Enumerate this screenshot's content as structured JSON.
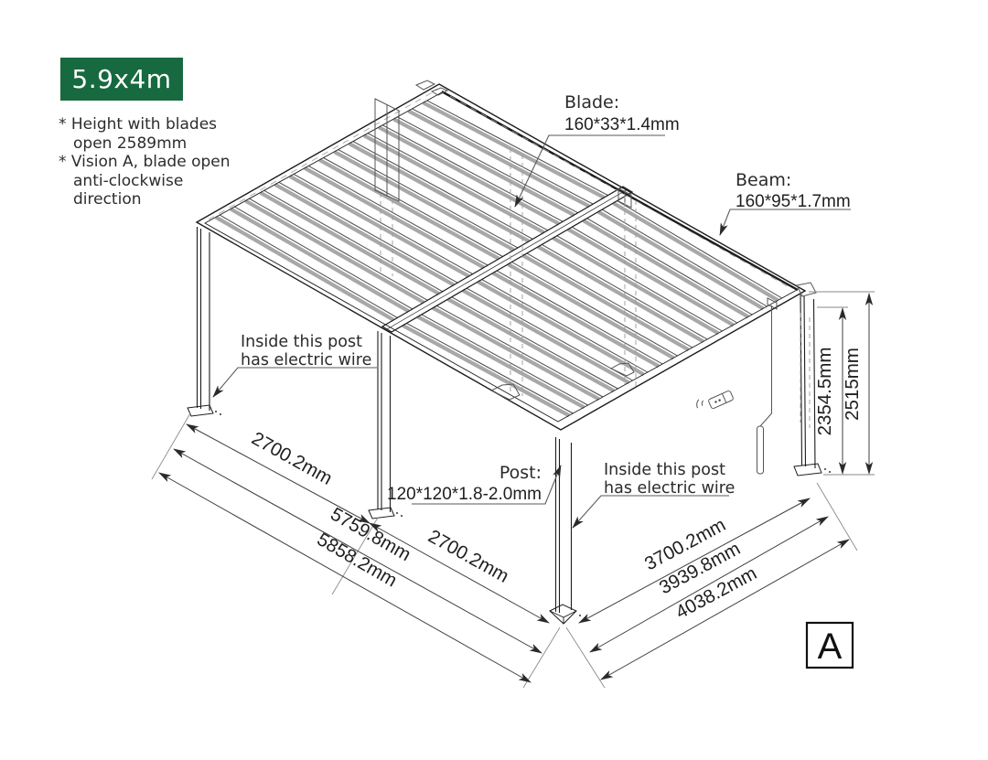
{
  "badge": {
    "label": "5.9x4m"
  },
  "notes": {
    "lines": [
      "* Height with blades",
      "open 2589mm",
      "* Vision A, blade open",
      "anti-clockwise",
      "direction"
    ]
  },
  "callouts": {
    "blade": {
      "title": "Blade:",
      "spec": "160*33*1.4mm"
    },
    "beam": {
      "title": "Beam:",
      "spec": "160*95*1.7mm"
    },
    "post": {
      "title": "Post:",
      "spec": "120*120*1.8-2.0mm"
    },
    "wire_left": {
      "line1": "Inside this post",
      "line2": "has electric wire"
    },
    "wire_center": {
      "line1": "Inside this post",
      "line2": "has electric wire"
    }
  },
  "dimensions": {
    "left_span_1": "2700.2mm",
    "left_span_2": "2700.2mm",
    "left_inner_total": "5759.8mm",
    "left_outer_total": "5858.2mm",
    "right_span": "3700.2mm",
    "right_inner_total": "3939.8mm",
    "right_outer_total": "4038.2mm",
    "height_to_beam": "2354.5mm",
    "height_total": "2515mm"
  },
  "view_marker": {
    "label": "A"
  },
  "colors": {
    "badge_green": "#176940",
    "line_dark": "#1c1c1c",
    "louver_gray": "#a8a8a8"
  }
}
